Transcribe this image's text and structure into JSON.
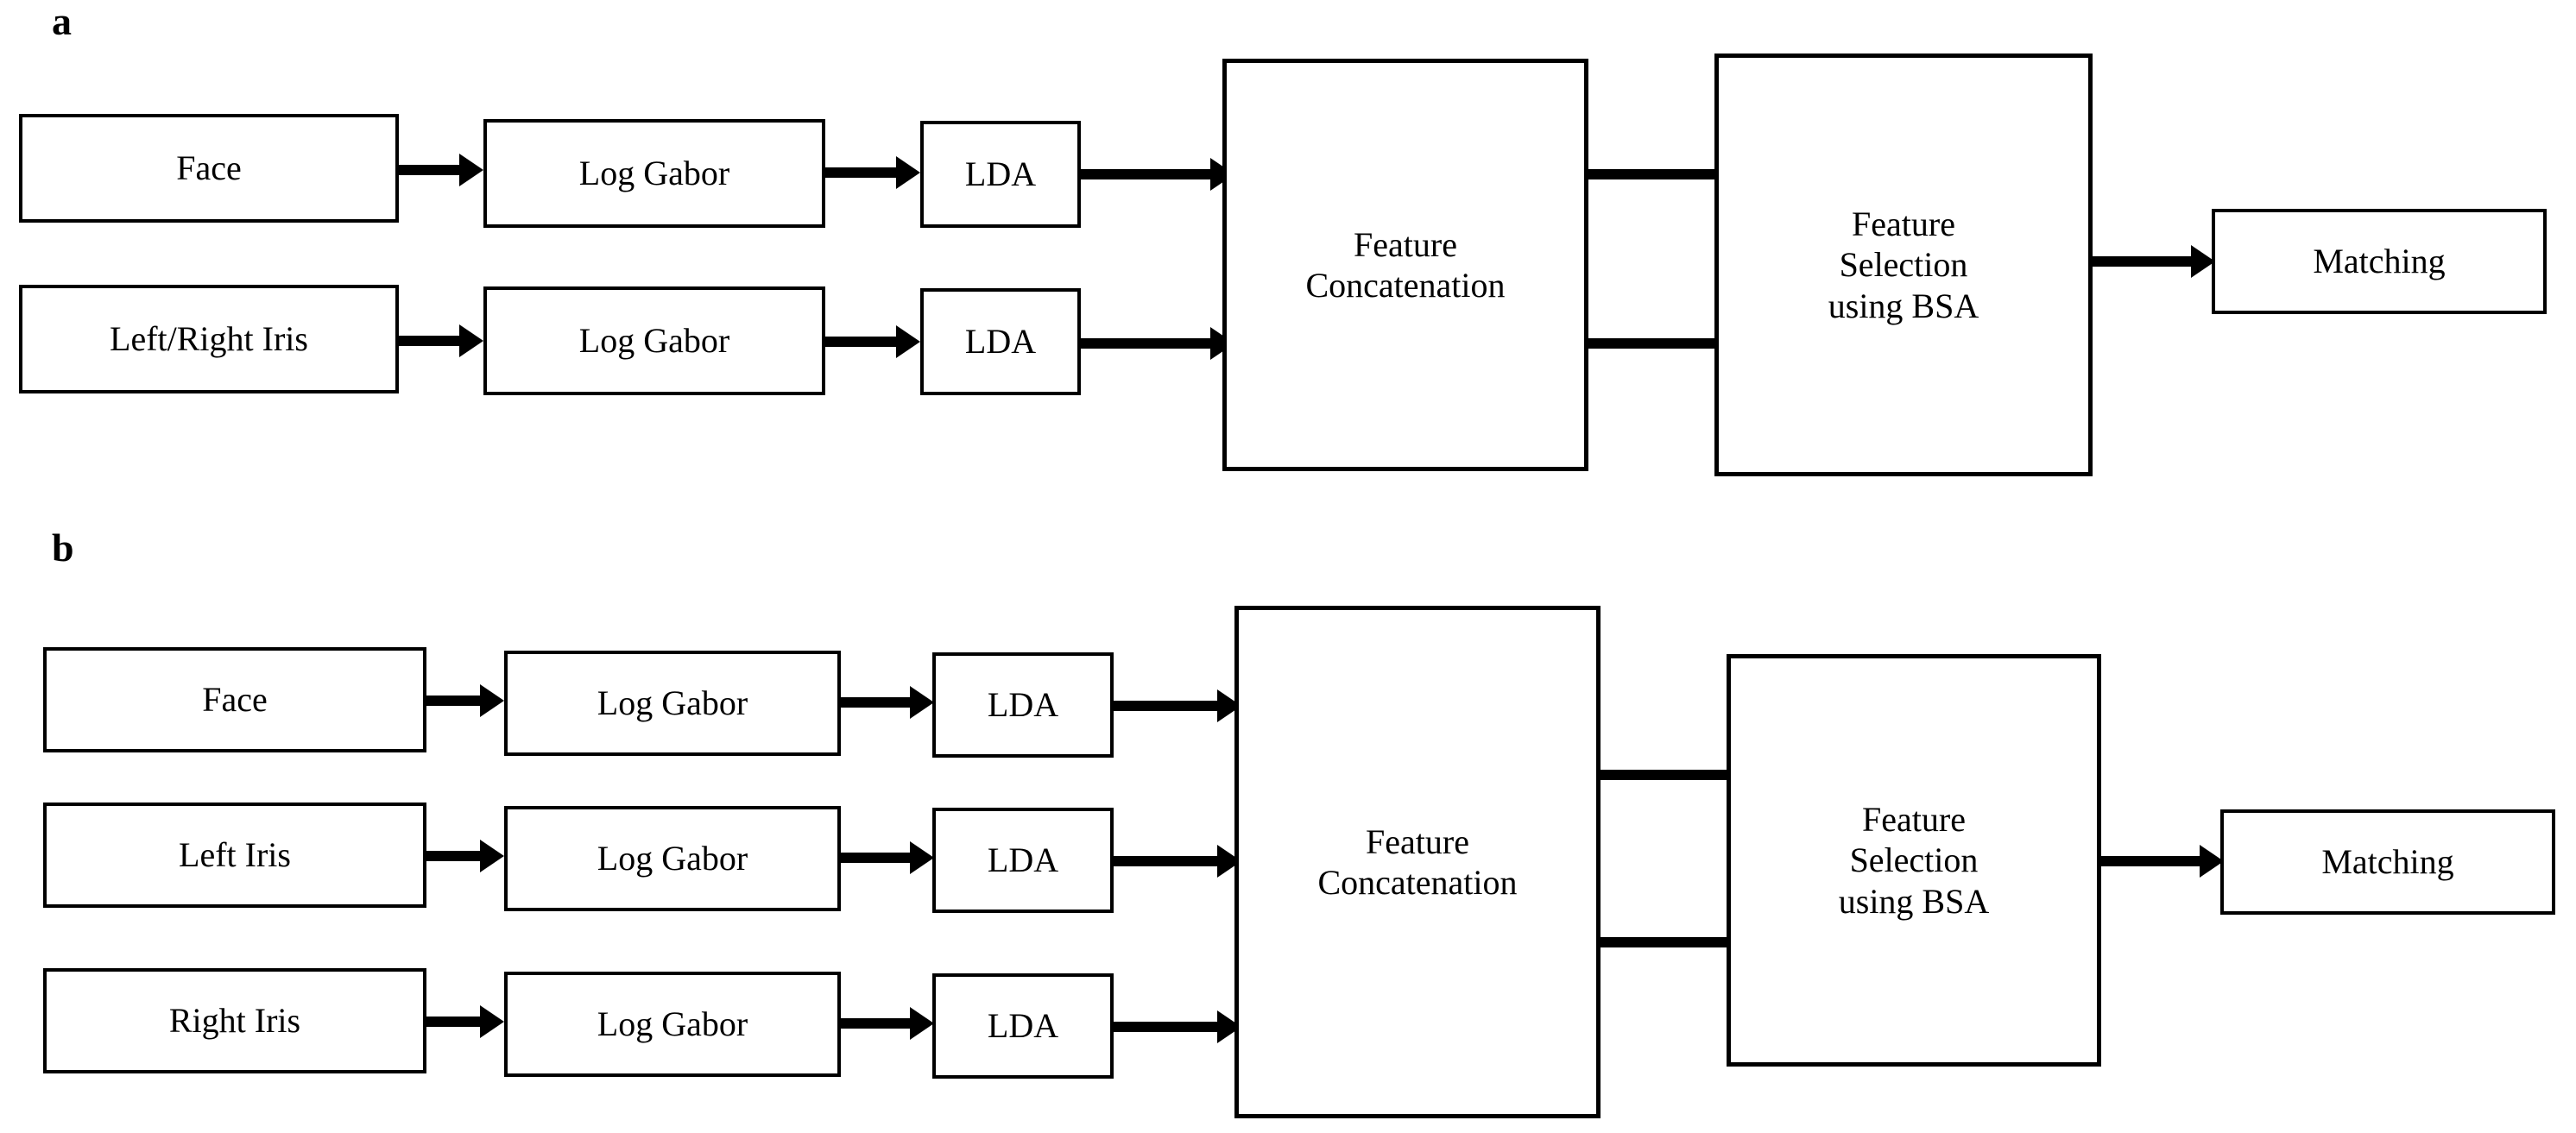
{
  "figure": {
    "type": "block-diagram",
    "background": "#ffffff",
    "stroke": "#000000",
    "panels": [
      {
        "id": "a",
        "label": "a",
        "nodes": [
          {
            "id": "a-face",
            "label": "Face"
          },
          {
            "id": "a-loggabor-1",
            "label": "Log Gabor"
          },
          {
            "id": "a-lda-1",
            "label": "LDA"
          },
          {
            "id": "a-iris",
            "label": "Left/Right Iris"
          },
          {
            "id": "a-loggabor-2",
            "label": "Log Gabor"
          },
          {
            "id": "a-lda-2",
            "label": "LDA"
          },
          {
            "id": "a-concat",
            "label": "Feature\nConcatenation"
          },
          {
            "id": "a-selection",
            "label": "Feature\nSelection\nusing BSA"
          },
          {
            "id": "a-matching",
            "label": "Matching"
          }
        ],
        "edges": [
          {
            "from": "a-face",
            "to": "a-loggabor-1"
          },
          {
            "from": "a-loggabor-1",
            "to": "a-lda-1"
          },
          {
            "from": "a-lda-1",
            "to": "a-concat"
          },
          {
            "from": "a-iris",
            "to": "a-loggabor-2"
          },
          {
            "from": "a-loggabor-2",
            "to": "a-lda-2"
          },
          {
            "from": "a-lda-2",
            "to": "a-concat"
          },
          {
            "from": "a-concat",
            "to": "a-selection"
          },
          {
            "from": "a-concat",
            "to": "a-selection"
          },
          {
            "from": "a-selection",
            "to": "a-matching"
          }
        ]
      },
      {
        "id": "b",
        "label": "b",
        "nodes": [
          {
            "id": "b-face",
            "label": "Face"
          },
          {
            "id": "b-loggabor-1",
            "label": "Log Gabor"
          },
          {
            "id": "b-lda-1",
            "label": "LDA"
          },
          {
            "id": "b-left-iris",
            "label": "Left Iris"
          },
          {
            "id": "b-loggabor-2",
            "label": "Log Gabor"
          },
          {
            "id": "b-lda-2",
            "label": "LDA"
          },
          {
            "id": "b-right-iris",
            "label": "Right Iris"
          },
          {
            "id": "b-loggabor-3",
            "label": "Log Gabor"
          },
          {
            "id": "b-lda-3",
            "label": "LDA"
          },
          {
            "id": "b-concat",
            "label": "Feature\nConcatenation"
          },
          {
            "id": "b-selection",
            "label": "Feature\nSelection\nusing BSA"
          },
          {
            "id": "b-matching",
            "label": "Matching"
          }
        ],
        "edges": [
          {
            "from": "b-face",
            "to": "b-loggabor-1"
          },
          {
            "from": "b-loggabor-1",
            "to": "b-lda-1"
          },
          {
            "from": "b-lda-1",
            "to": "b-concat"
          },
          {
            "from": "b-left-iris",
            "to": "b-loggabor-2"
          },
          {
            "from": "b-loggabor-2",
            "to": "b-lda-2"
          },
          {
            "from": "b-lda-2",
            "to": "b-concat"
          },
          {
            "from": "b-right-iris",
            "to": "b-loggabor-3"
          },
          {
            "from": "b-loggabor-3",
            "to": "b-lda-3"
          },
          {
            "from": "b-lda-3",
            "to": "b-concat"
          },
          {
            "from": "b-concat",
            "to": "b-selection"
          },
          {
            "from": "b-concat",
            "to": "b-selection"
          },
          {
            "from": "b-selection",
            "to": "b-matching"
          }
        ]
      }
    ]
  }
}
